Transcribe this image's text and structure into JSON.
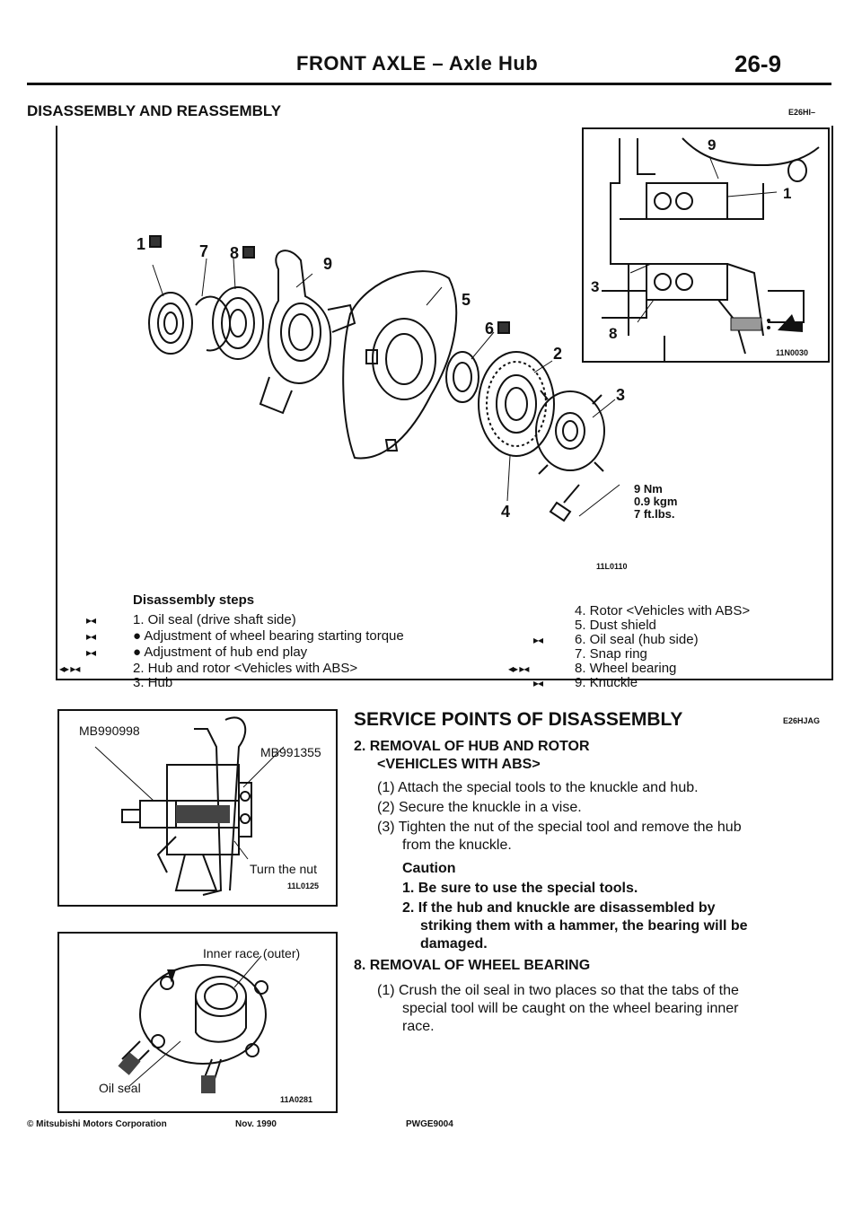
{
  "header": {
    "title": "FRONT AXLE – Axle Hub",
    "page_number": "26-9"
  },
  "section": {
    "title": "DISASSEMBLY AND REASSEMBLY",
    "code": "E26HI–"
  },
  "main_diagram": {
    "inset_code": "11N0030",
    "figure_code": "11L0110",
    "labels": [
      "1",
      "7",
      "8",
      "9",
      "5",
      "6",
      "2",
      "3",
      "4"
    ],
    "inset_labels": [
      "9",
      "1",
      "3",
      "8"
    ],
    "torque": [
      "9 Nm",
      "0.9 kgm",
      "7 ft.lbs."
    ]
  },
  "disassembly_steps": {
    "title": "Disassembly steps",
    "left": [
      {
        "marks": "▸◂",
        "text": "1. Oil seal (drive shaft side)"
      },
      {
        "marks": "▸◂",
        "text": "● Adjustment of wheel bearing starting torque"
      },
      {
        "marks": "▸◂",
        "text": "● Adjustment of hub end play"
      },
      {
        "marks": "◂▸ ▸◂",
        "text": "2. Hub and rotor <Vehicles with ABS>"
      },
      {
        "marks": "",
        "text": "3. Hub"
      }
    ],
    "right": [
      {
        "marks": "",
        "text": "4. Rotor <Vehicles with ABS>"
      },
      {
        "marks": "",
        "text": "5. Dust shield"
      },
      {
        "marks": "▸◂",
        "text": "6. Oil seal (hub side)"
      },
      {
        "marks": "",
        "text": "7. Snap ring"
      },
      {
        "marks": "◂▸ ▸◂",
        "text": "8. Wheel bearing"
      },
      {
        "marks": "▸◂",
        "text": "9. Knuckle"
      }
    ]
  },
  "figure_tools": {
    "label_left": "MB990998",
    "label_right": "MB991355",
    "label_nut": "Turn the nut",
    "code": "11L0125"
  },
  "figure_bearing": {
    "label_race": "Inner race (outer)",
    "label_seal": "Oil seal",
    "code": "11A0281"
  },
  "service_points": {
    "title": "SERVICE POINTS OF DISASSEMBLY",
    "code": "E26HJAG",
    "item2_title": "2. REMOVAL OF HUB AND ROTOR",
    "item2_subtitle": "<VEHICLES WITH ABS>",
    "item2_steps": [
      "(1) Attach the special tools to the knuckle and hub.",
      "(2) Secure the knuckle in a vise.",
      "(3) Tighten the nut of the special tool and remove the hub",
      "from the knuckle."
    ],
    "caution_title": "Caution",
    "caution_1": "1. Be sure to use the special tools.",
    "caution_2_l1": "2. If the hub and knuckle are disassembled by",
    "caution_2_l2": "striking them with a hammer, the bearing will be",
    "caution_2_l3": "damaged.",
    "item8_title": "8. REMOVAL OF WHEEL BEARING",
    "item8_l1": "(1) Crush the oil seal in two places so that the tabs of the",
    "item8_l2": "special tool will be caught on the wheel bearing inner",
    "item8_l3": "race."
  },
  "footer": {
    "copyright": "© Mitsubishi Motors Corporation",
    "date": "Nov. 1990",
    "code": "PWGE9004"
  }
}
